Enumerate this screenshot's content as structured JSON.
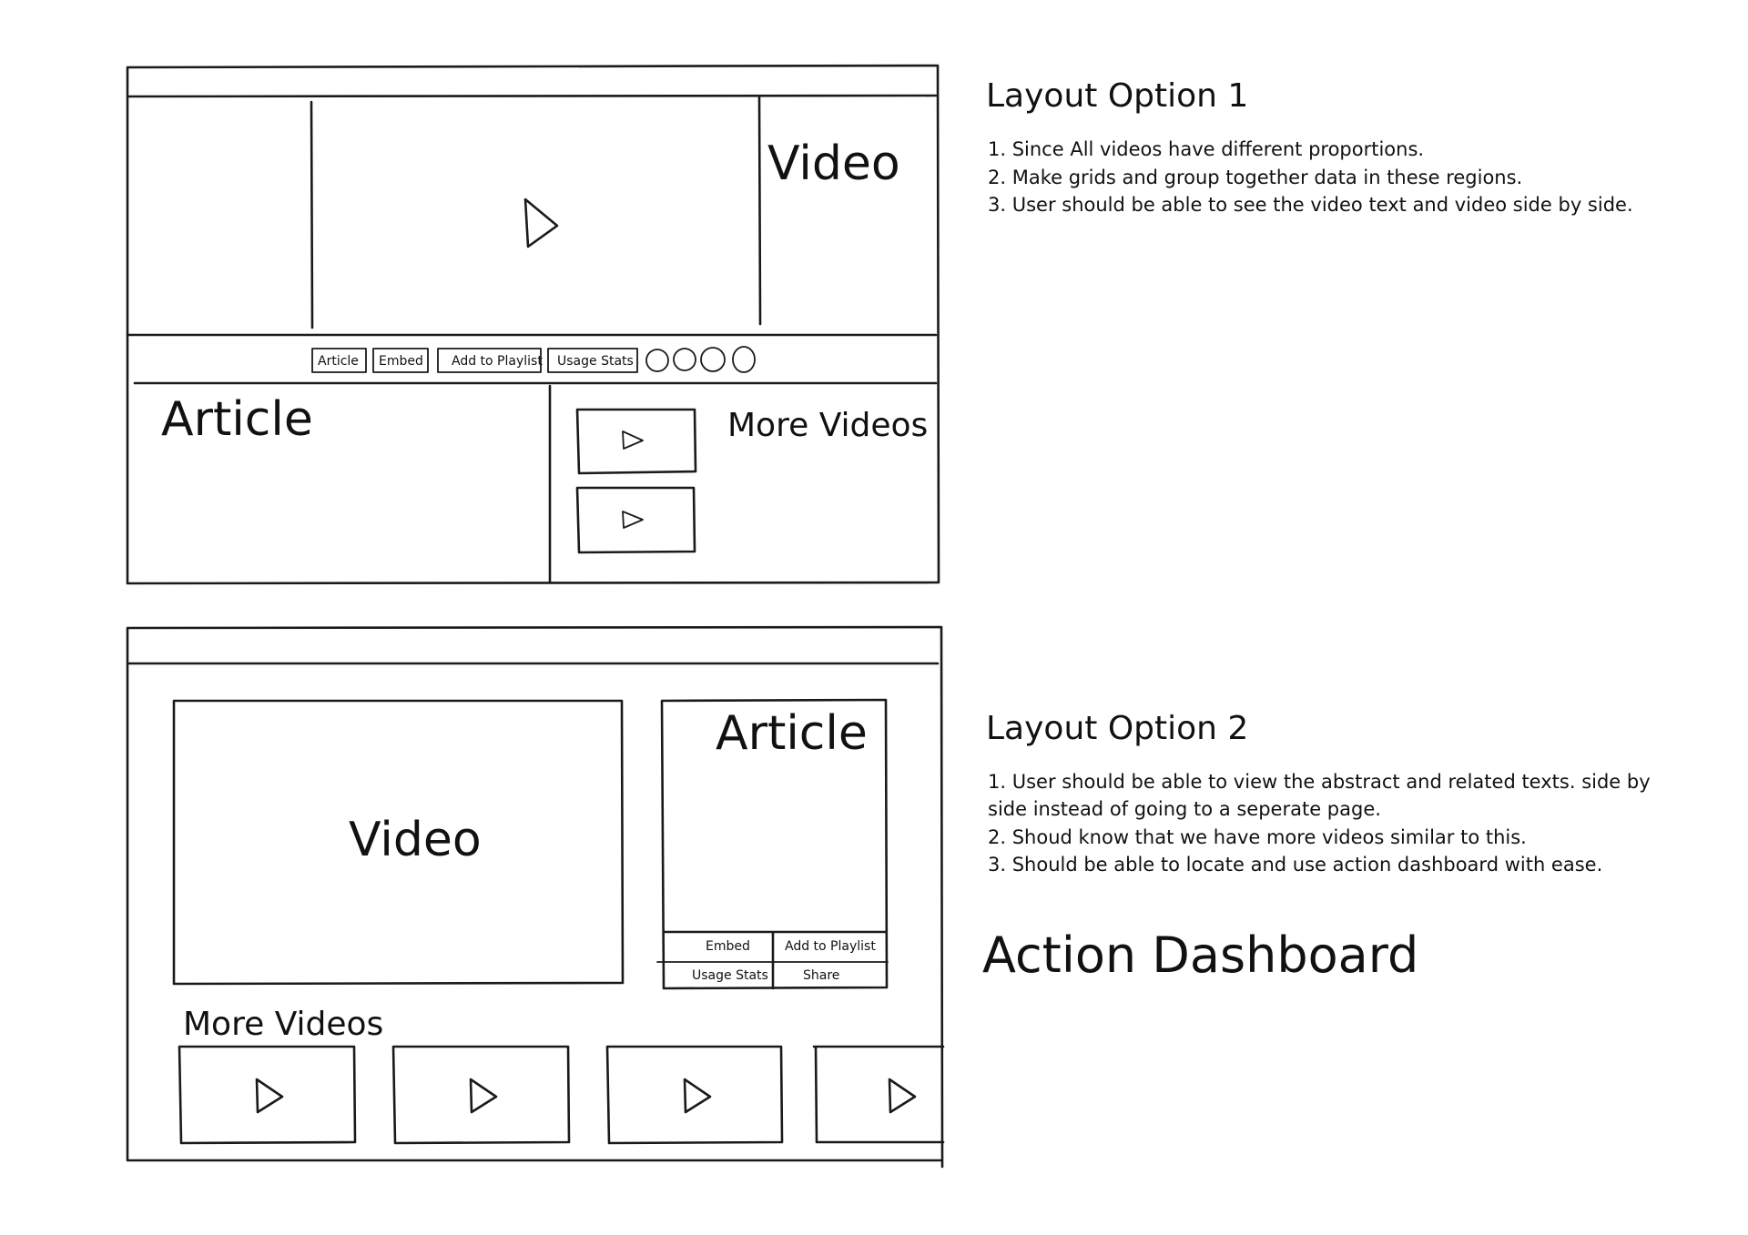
{
  "option1": {
    "heading": "Layout Option 1",
    "notes": [
      "1. Since All videos have different proportions.",
      "2. Make grids and group together data in these regions.",
      "3. User should be able to see the video text and video side by side."
    ],
    "video_label": "Video",
    "article_label": "Article",
    "more_videos_label": "More Videos",
    "buttons": [
      "Article",
      "Embed",
      "Add to Playlist",
      "Usage Stats"
    ]
  },
  "option2": {
    "heading": "Layout Option 2",
    "notes": [
      "1. User should be able to view the abstract and related texts. side by",
      "side instead of going to a seperate page.",
      "2. Shoud know that we have more videos similar to this.",
      "3. Should be able to locate and use action dashboard with ease."
    ],
    "video_label": "Video",
    "article_label": "Article",
    "more_videos_label": "More Videos",
    "actions": [
      "Embed",
      "Add to Playlist",
      "Usage Stats",
      "Share"
    ]
  },
  "action_dashboard_title": "Action Dashboard"
}
